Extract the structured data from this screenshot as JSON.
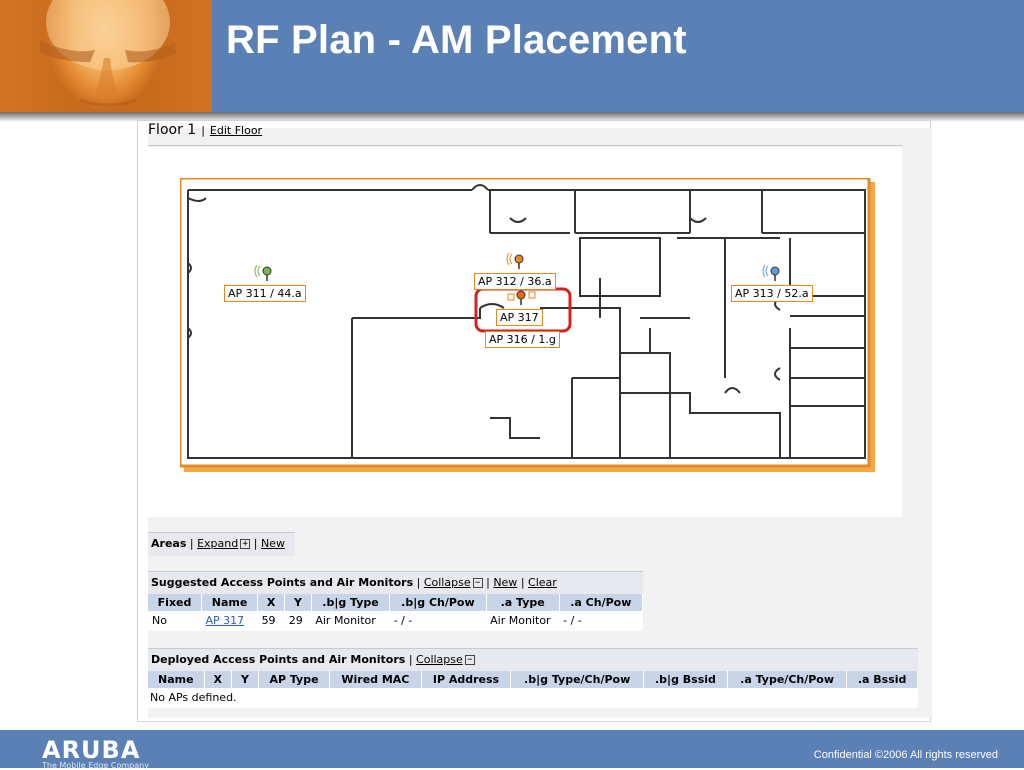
{
  "slide": {
    "title": "RF Plan - AM Placement"
  },
  "floor": {
    "title": "Floor 1",
    "separator": "|",
    "edit_link": "Edit Floor"
  },
  "map": {
    "accent_color": "#e38a22",
    "highlight_color": "#d62020",
    "labels": [
      {
        "id": "ap311",
        "text": "AP 311 / 44.a",
        "pin_color": "#7ab648"
      },
      {
        "id": "ap312",
        "text": "AP 312 / 36.a",
        "pin_color": "#e38a22"
      },
      {
        "id": "ap317",
        "text": "AP 317",
        "pin_color": "#e36a10"
      },
      {
        "id": "ap316",
        "text": "AP 316 / 1.g",
        "pin_color": "#e38a22"
      },
      {
        "id": "ap313",
        "text": "AP 313 / 52.a",
        "pin_color": "#5a9fdc"
      }
    ]
  },
  "areas": {
    "title": "Areas",
    "sep": "|",
    "expand": "Expand",
    "expand_icon": "+",
    "new": "New"
  },
  "suggested": {
    "title": "Suggested Access Points and Air Monitors",
    "collapse": "Collapse",
    "collapse_icon": "−",
    "new": "New",
    "clear": "Clear",
    "sep": "|",
    "columns": [
      "Fixed",
      "Name",
      "X",
      "Y",
      ".b|g Type",
      ".b|g Ch/Pow",
      ".a Type",
      ".a Ch/Pow"
    ],
    "rows": [
      {
        "fixed": "No",
        "name": "AP 317",
        "x": "59",
        "y": "29",
        "bg_type": "Air Monitor",
        "bg_chpow": "- / -",
        "a_type": "Air Monitor",
        "a_chpow": "- / -"
      }
    ]
  },
  "deployed": {
    "title": "Deployed Access Points and Air Monitors",
    "collapse": "Collapse",
    "collapse_icon": "−",
    "sep": "|",
    "columns": [
      "Name",
      "X",
      "Y",
      "AP Type",
      "Wired MAC",
      "IP Address",
      ".b|g Type/Ch/Pow",
      ".b|g Bssid",
      ".a Type/Ch/Pow",
      ".a Bssid"
    ],
    "empty": "No APs defined."
  },
  "footer": {
    "logo": "ARUBA",
    "tagline": "The Mobile Edge Company",
    "confidential": "Confidential  ©2006 All rights reserved"
  }
}
